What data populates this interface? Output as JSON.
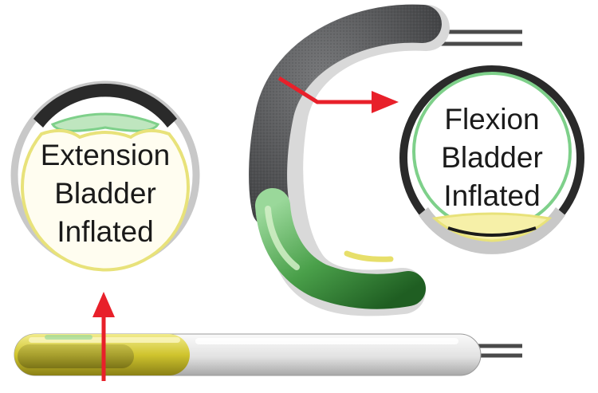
{
  "extension_callout": {
    "lines": [
      "Extension",
      "Bladder",
      "Inflated"
    ]
  },
  "flexion_callout": {
    "lines": [
      "Flexion",
      "Bladder",
      "Inflated"
    ]
  },
  "colors": {
    "arrow": "#e8202a",
    "extension_bladder": "#e8e27a",
    "flexion_bladder": "#7ed08a",
    "sleeve_dark": "#58595b",
    "sleeve_light": "#e6e6e6",
    "green_bladder": "#3d8b3d",
    "yellow_bladder": "#c9c02a",
    "tube": "#4a4a4a"
  }
}
